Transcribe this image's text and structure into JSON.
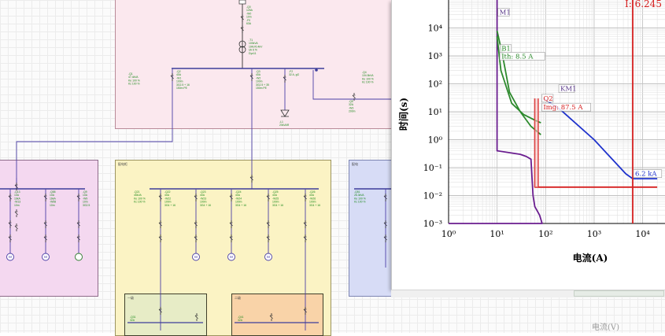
{
  "schematic": {
    "panels": {
      "top": "",
      "mid": "配电柜",
      "right": "配电",
      "sub1": "一级",
      "sub2": "二级"
    },
    "colors": {
      "bus": "#3d3d9a",
      "wire": "#2f2f2f",
      "annotation": "#1c8a1c",
      "feeder": "#4b3fa6"
    },
    "motor_symbol": "M",
    "annotations": {
      "top_left": [
        "-Q1",
        "47.4kVA",
        "Ke 100 %",
        "Kc 100 %"
      ],
      "top_mid1": [
        "-Q2",
        "40A",
        "-W1",
        "100m",
        "3G2.5 + 16",
        "150m PE"
      ],
      "top_mid2": [
        "-Q3",
        "40A",
        "-W2",
        "100m",
        "3G2.5 + 35",
        "150m PE"
      ],
      "top_col3": [
        "-F2",
        "32 A, gG"
      ],
      "top_col3_load": [
        "-L1",
        "20kVAR"
      ],
      "top_right": [
        "-Q4",
        "104.5kVA",
        "Ke 100 %",
        "Kc 100 %"
      ],
      "top_cable": [
        "-Q5",
        "32A",
        "-W3",
        "200m"
      ],
      "transformer": [
        "-T1",
        "100kVA",
        "10kV/0.4kV",
        "Uk 6 %",
        "Dyn11"
      ],
      "upper_feed": [
        "-Q0",
        "125A",
        "-W0",
        "10m",
        "-F0",
        "63A"
      ]
    }
  },
  "chart_data": {
    "type": "line",
    "title": "I: 6.245",
    "xlabel": "电流(A)",
    "ylabel": "时间(s)",
    "xscale": "log",
    "yscale": "log",
    "xlim": [
      1,
      30000
    ],
    "ylim": [
      0.001,
      100000
    ],
    "x_ticks": [
      "10⁰",
      "10¹",
      "10²",
      "10³",
      "10⁴"
    ],
    "y_ticks": [
      "10⁴",
      "10³",
      "10²",
      "10¹",
      "10⁰",
      "10⁻¹",
      "10⁻²",
      "10⁻³"
    ],
    "grid": true,
    "series": [
      {
        "color": "#6a1d8f",
        "points": [
          [
            10,
            100000
          ],
          [
            10,
            0.4
          ],
          [
            30,
            0.3
          ],
          [
            40,
            0.25
          ],
          [
            50,
            0.2
          ],
          [
            55,
            0.01
          ],
          [
            60,
            0.004
          ],
          [
            75,
            0.002
          ],
          [
            85,
            0.001
          ],
          [
            1,
            0.001
          ]
        ]
      },
      {
        "color": "#2d8a2d",
        "points": [
          [
            10,
            5000
          ],
          [
            12,
            300
          ],
          [
            20,
            20
          ],
          [
            35,
            8
          ],
          [
            60,
            5
          ],
          [
            80,
            4
          ]
        ]
      },
      {
        "color": "#2d8a2d",
        "points": [
          [
            10,
            8000
          ],
          [
            13,
            1000
          ],
          [
            18,
            50
          ],
          [
            30,
            10
          ],
          [
            50,
            3
          ],
          [
            80,
            1.5
          ]
        ]
      },
      {
        "color": "#1e32cc",
        "points": [
          [
            90,
            30
          ],
          [
            200,
            12
          ],
          [
            1000,
            1
          ],
          [
            4500,
            0.06
          ],
          [
            6245,
            0.04
          ],
          [
            20000,
            0.04
          ]
        ]
      },
      {
        "color": "#d62020",
        "points": [
          [
            60,
            30
          ],
          [
            60,
            0.02
          ],
          [
            20000,
            0.02
          ]
        ]
      },
      {
        "color": "#d62020",
        "points": [
          [
            70,
            30
          ],
          [
            70,
            0.02
          ]
        ]
      },
      {
        "color": "#d62020",
        "points": [
          [
            6245,
            100000
          ],
          [
            6245,
            0.001
          ]
        ]
      }
    ],
    "annotations": [
      {
        "text": "M1",
        "x": 10,
        "y": 30000
      },
      {
        "text": "B1",
        "x": 11,
        "y": 1500
      },
      {
        "text": "Ith: 8.5 A",
        "x": 11,
        "y": 800
      },
      {
        "text": "Q2",
        "x": 80,
        "y": 25
      },
      {
        "text": "Img: 87.5 A",
        "x": 80,
        "y": 12
      },
      {
        "text": "KM1",
        "x": 180,
        "y": 55
      },
      {
        "text": "6.2 kA",
        "x": 6245,
        "y": 0.05
      }
    ]
  },
  "status": {
    "ghost_label": "电流(V)"
  }
}
